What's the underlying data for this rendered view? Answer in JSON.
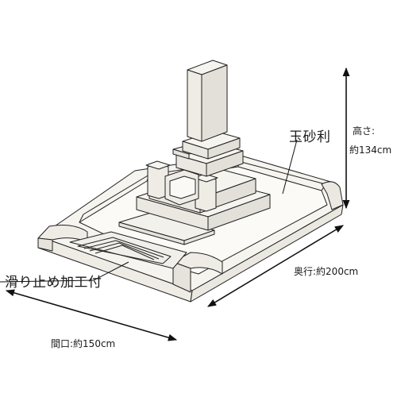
{
  "labels": {
    "gravel": "玉砂利",
    "height_label": "高さ:",
    "height_value": "約134cm",
    "depth": "奥行:約200cm",
    "nonslip": "滑り止め加工付",
    "width": "間口:約150cm"
  },
  "colors": {
    "stone_fill": "#f6f4ef",
    "stone_shade": "#e6e3dc",
    "line": "#222222",
    "arrow": "#111111"
  }
}
